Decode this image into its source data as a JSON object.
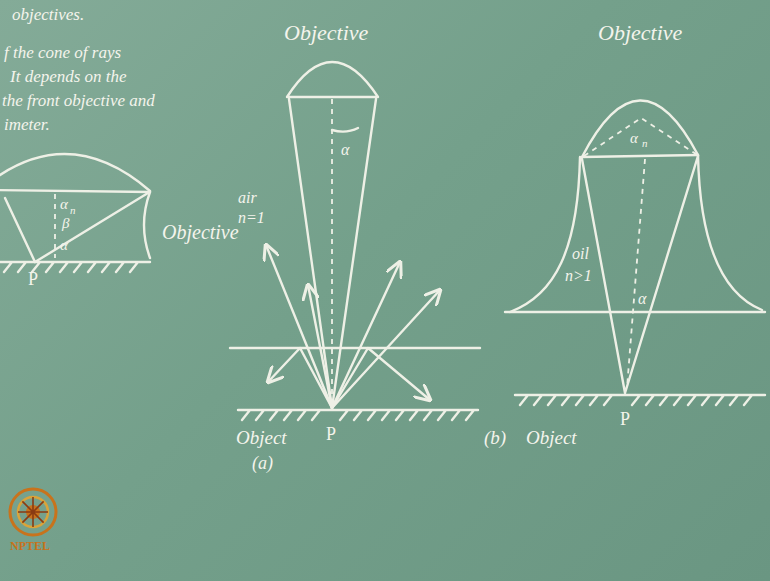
{
  "diagram": {
    "labels": [
      "objectives.",
      "f the cone of rays",
      "It depends on the",
      "the front objective and",
      "imeter.",
      "α",
      "n",
      "β",
      "α",
      "P",
      "Objective",
      "Objective",
      "air",
      "n=1",
      "α",
      "Object",
      "P",
      "(a)",
      "Objective",
      "α",
      "n",
      "oil",
      "n>1",
      "α",
      "(b)",
      "Object",
      "P",
      "NPTEL"
    ]
  }
}
